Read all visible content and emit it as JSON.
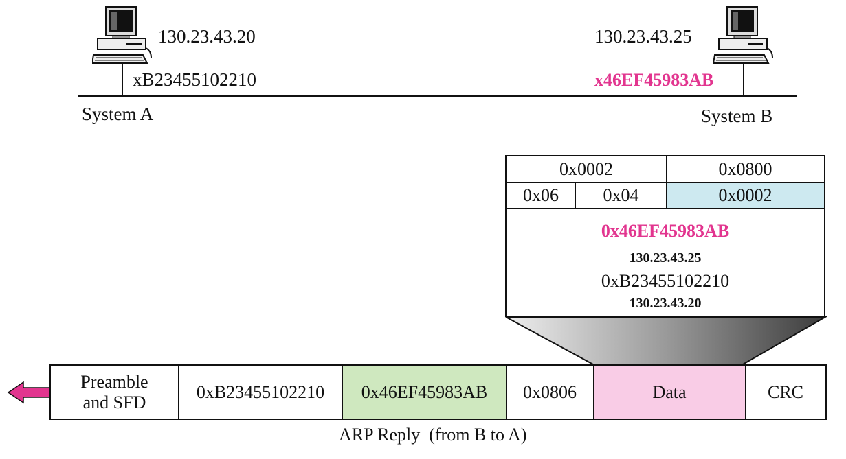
{
  "system_a": {
    "ip": "130.23.43.20",
    "mac": "xB23455102210",
    "label": "System A"
  },
  "system_b": {
    "ip": "130.23.43.25",
    "mac": "x46EF45983AB",
    "label": "System B"
  },
  "arp_packet": {
    "hardware_type": "0x0002",
    "protocol_type": "0x0800",
    "hardware_length": "0x06",
    "protocol_length": "0x04",
    "operation": "0x0002",
    "sender_mac": "0x46EF45983AB",
    "sender_ip": "130.23.43.25",
    "target_mac": "0xB23455102210",
    "target_ip": "130.23.43.20"
  },
  "frame": {
    "preamble": "Preamble and SFD",
    "dest": "0xB23455102210",
    "source": "0x46EF45983AB",
    "type": "0x0806",
    "data": "Data",
    "crc": "CRC",
    "caption": "ARP Reply  (from B to A)"
  },
  "colors": {
    "highlight_pink": "#e2358f",
    "operation_fill": "#cde9f0",
    "source_fill": "#cfe8bf",
    "data_fill": "#f9cce6",
    "arrow": "#e2358f"
  }
}
